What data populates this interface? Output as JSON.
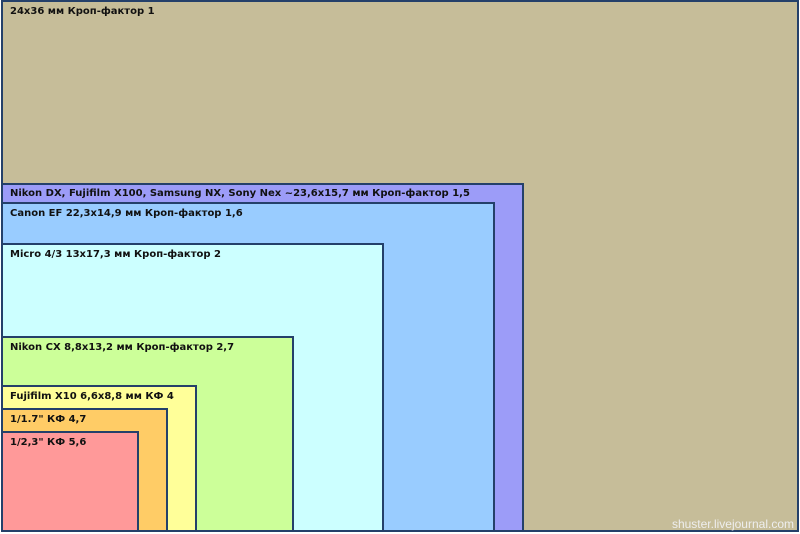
{
  "sensors": [
    {
      "label": "24x36 мм Кроп-фактор 1",
      "color": "#c6bd99"
    },
    {
      "label": "Nikon DX, Fujifilm X100, Samsung NX,  Sony Nex ~23,6x15,7 мм  Кроп-фактор 1,5",
      "color": "#9c9cf8"
    },
    {
      "label": "Canon EF 22,3x14,9 мм  Кроп-фактор 1,6",
      "color": "#99ccff"
    },
    {
      "label": "Micro 4/3 13x17,3 мм  Кроп-фактор 2",
      "color": "#ccffff"
    },
    {
      "label": "Nikon CX 8,8x13,2 мм  Кроп-фактор 2,7",
      "color": "#ccff99"
    },
    {
      "label": "Fujifilm X10 6,6x8,8 мм  КФ 4",
      "color": "#ffff99"
    },
    {
      "label": "1/1.7\" КФ 4,7",
      "color": "#ffcc66"
    },
    {
      "label": "1/2,3\" КФ 5,6",
      "color": "#ff9999"
    }
  ],
  "watermark": "shuster.livejournal.com"
}
